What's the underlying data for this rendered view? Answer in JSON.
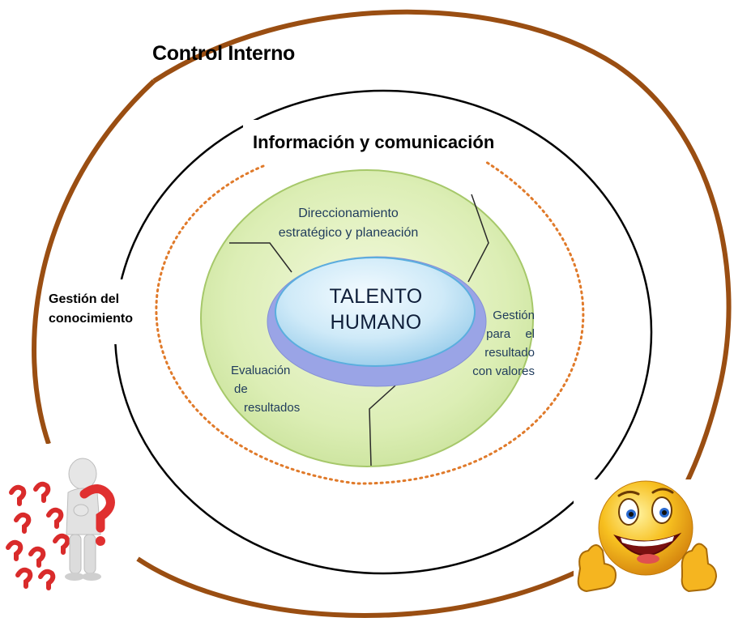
{
  "titles": {
    "outer": "Control Interno",
    "middle": "Información y comunicación"
  },
  "side_label": {
    "line1": "Gestión del",
    "line2": "conocimiento"
  },
  "segments": {
    "top": {
      "line1": "Direccionamiento",
      "line2": "estratégico y planeación"
    },
    "right": {
      "line1": "Gestión",
      "line2": "para el",
      "line3": "resultado",
      "line4": "con valores"
    },
    "left": {
      "line1": "Evaluación",
      "line2": "de",
      "line3": "resultados"
    }
  },
  "core": {
    "line1": "TALENTO",
    "line2": "HUMANO"
  },
  "colors": {
    "outer_ring": "#9a4e12",
    "middle_ring": "#000000",
    "dotted_ring": "#e07a2a",
    "green_fill": "#d8ecb0",
    "green_stroke": "#a6c86a",
    "core_fill": "#bfe3f5",
    "core_ring": "#9aa4e6"
  },
  "illustrations": {
    "left": "figure-with-question-marks",
    "right": "thumbs-up-smiley"
  }
}
